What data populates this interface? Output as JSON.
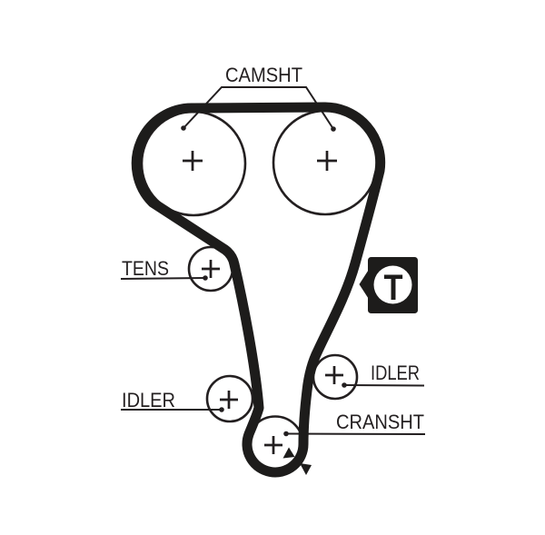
{
  "diagram": {
    "type": "timing-belt-routing",
    "labels": {
      "camshaft": "CAMSHT",
      "tensioner": "TENS",
      "idler_left": "IDLER",
      "idler_right": "IDLER",
      "crankshaft": "CRANSHT"
    },
    "direction_marker": {
      "letter": "T"
    },
    "colors": {
      "ink": "#231f20",
      "belt": "#1d1c1b",
      "background": "#ffffff"
    }
  }
}
